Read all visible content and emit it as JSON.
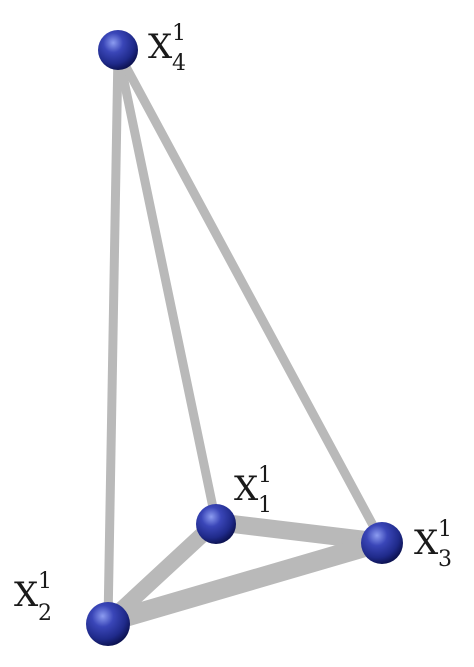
{
  "diagram": {
    "vertices": [
      {
        "id": "x4",
        "base": "X",
        "superscript": "1",
        "subscript": "4"
      },
      {
        "id": "x1",
        "base": "X",
        "superscript": "1",
        "subscript": "1"
      },
      {
        "id": "x3",
        "base": "X",
        "superscript": "1",
        "subscript": "3"
      },
      {
        "id": "x2",
        "base": "X",
        "superscript": "1",
        "subscript": "2"
      }
    ],
    "edges": [
      {
        "from": "x4",
        "to": "x2"
      },
      {
        "from": "x4",
        "to": "x1"
      },
      {
        "from": "x4",
        "to": "x3"
      },
      {
        "from": "x1",
        "to": "x3"
      },
      {
        "from": "x1",
        "to": "x2"
      },
      {
        "from": "x2",
        "to": "x3"
      }
    ],
    "colors": {
      "edge": "#b9b9b9",
      "node": "#1f2a8a",
      "node_highlight": "#6f7fd6",
      "label": "#1a1a1a"
    }
  }
}
